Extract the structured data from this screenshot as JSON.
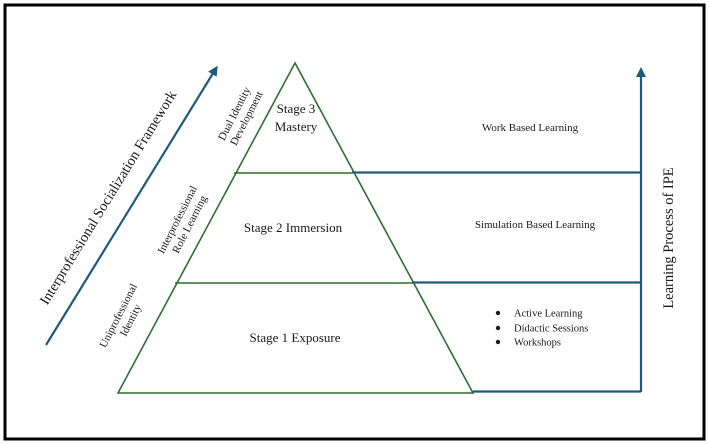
{
  "framework_label": "Interprofessional Socialization Framework",
  "process_label": "Learning Process of IPE",
  "identities": {
    "uniprofessional": [
      "Uniprofessional",
      "Identity"
    ],
    "interprofessional": [
      "Interprofessional",
      "Role Learning"
    ],
    "dual": [
      "Dual Identity",
      "Development"
    ]
  },
  "stages": {
    "stage1": "Stage 1 Exposure",
    "stage2": "Stage 2 Immersion",
    "stage3_line1": "Stage 3",
    "stage3_line2": "Mastery"
  },
  "learning": {
    "work_based": "Work Based Learning",
    "simulation_based": "Simulation Based Learning",
    "bullets": [
      "Active Learning",
      "Didactic Sessions",
      "Workshops"
    ]
  },
  "colors": {
    "pyramid": "#2e6f2e",
    "arrow": "#1f5a7a",
    "border": "#000000"
  }
}
